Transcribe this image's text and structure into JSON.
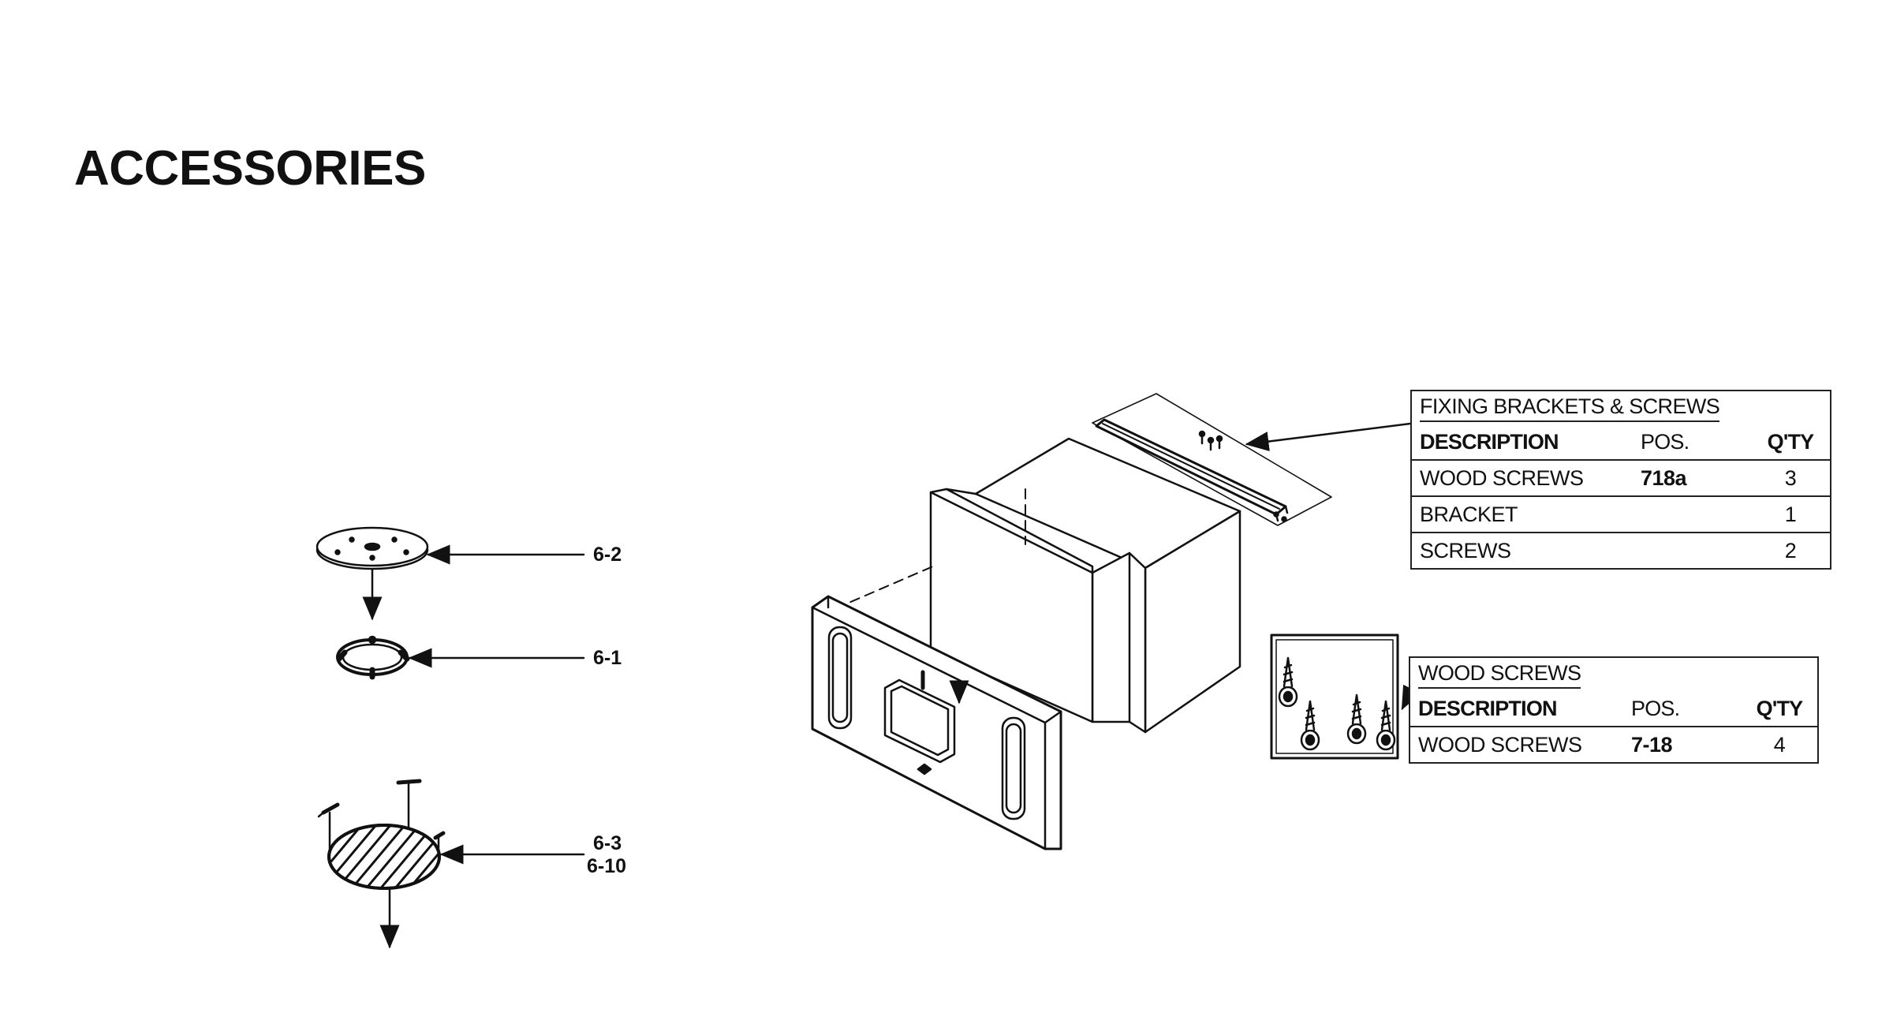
{
  "page": {
    "title": "ACCESSORIES"
  },
  "callouts": {
    "tray": "6-2",
    "roller_ring": "6-1",
    "rack_a": "6-3",
    "rack_b": "6-10"
  },
  "table_brackets": {
    "caption": "FIXING BRACKETS & SCREWS",
    "headers": [
      "DESCRIPTION",
      "POS.",
      "Q'TY"
    ],
    "rows": [
      [
        "WOOD SCREWS",
        "718a",
        "3"
      ],
      [
        "BRACKET",
        "",
        "1"
      ],
      [
        "SCREWS",
        "",
        "2"
      ]
    ]
  },
  "table_wood_screws": {
    "caption": "WOOD SCREWS",
    "headers": [
      "DESCRIPTION",
      "POS.",
      "Q'TY"
    ],
    "rows": [
      [
        "WOOD SCREWS",
        "7-18",
        "4"
      ]
    ]
  },
  "icons": {
    "tray": "turntable-tray-icon",
    "ring": "roller-ring-icon",
    "rack": "grill-rack-icon",
    "cabinet": "oven-cabinet-icon",
    "frame": "trim-frame-icon",
    "bracket": "fixing-bracket-icon",
    "screws": "wood-screws-icon"
  }
}
